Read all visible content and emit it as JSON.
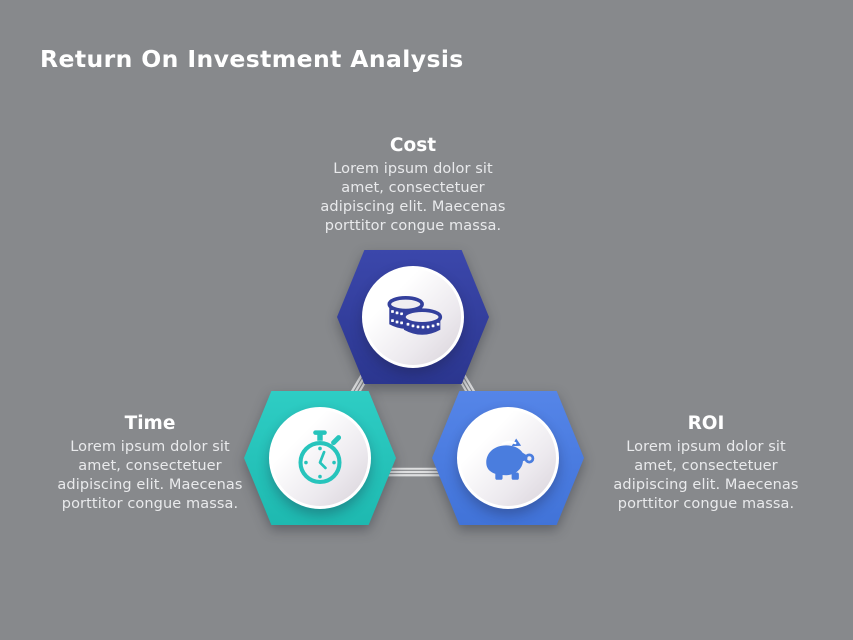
{
  "slide": {
    "title": "Return On Investment Analysis",
    "background_color": "#87898C",
    "title_color": "#FFFFFF",
    "connector_color": "#DEDFE0"
  },
  "items": [
    {
      "label": "Cost",
      "icon": "coins-icon",
      "hex_color": "#333F9C",
      "description_lines": [
        "Lorem ipsum dolor sit",
        "amet, consectetuer",
        "adipiscing elit. Maecenas",
        "porttitor congue massa."
      ]
    },
    {
      "label": "Time",
      "icon": "stopwatch-icon",
      "hex_color": "#27C4BC",
      "description_lines": [
        "Lorem ipsum dolor sit",
        "amet, consectetuer",
        "adipiscing elit. Maecenas",
        "porttitor congue massa."
      ]
    },
    {
      "label": "ROI",
      "icon": "piggy-bank-icon",
      "hex_color": "#4A7DDE",
      "description_lines": [
        "Lorem ipsum dolor sit",
        "amet, consectetuer",
        "adipiscing elit. Maecenas",
        "porttitor congue massa."
      ]
    }
  ]
}
